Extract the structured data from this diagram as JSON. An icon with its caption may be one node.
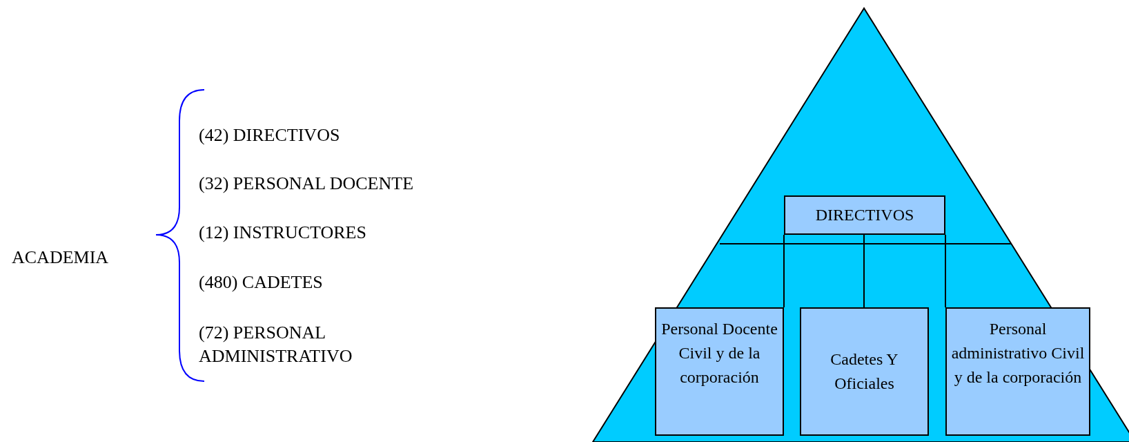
{
  "diagram": {
    "nodes": [
      {
        "text": [
          "DIRECTIVOS"
        ]
      },
      {
        "text": [
          "Personal Docente Civil y de la corporación"
        ]
      },
      {
        "text": [
          "Cadetes Y Oficiales"
        ]
      },
      {
        "text": [
          "Personal administrativo Civil y de la corporación"
        ]
      }
    ],
    "edges": [
      {
        "from": 0,
        "to": 1,
        "arrow": "none"
      },
      {
        "from": 0,
        "to": 2,
        "arrow": "none"
      },
      {
        "from": 0,
        "to": 3,
        "arrow": "none"
      }
    ],
    "labels": [
      "ACADEMIA",
      "(42) DIRECTIVOS",
      "(32) PERSONAL DOCENTE",
      "(12) INSTRUCTORES",
      "(480) CADETES",
      "(72) PERSONAL ADMINISTRATIVO"
    ]
  }
}
